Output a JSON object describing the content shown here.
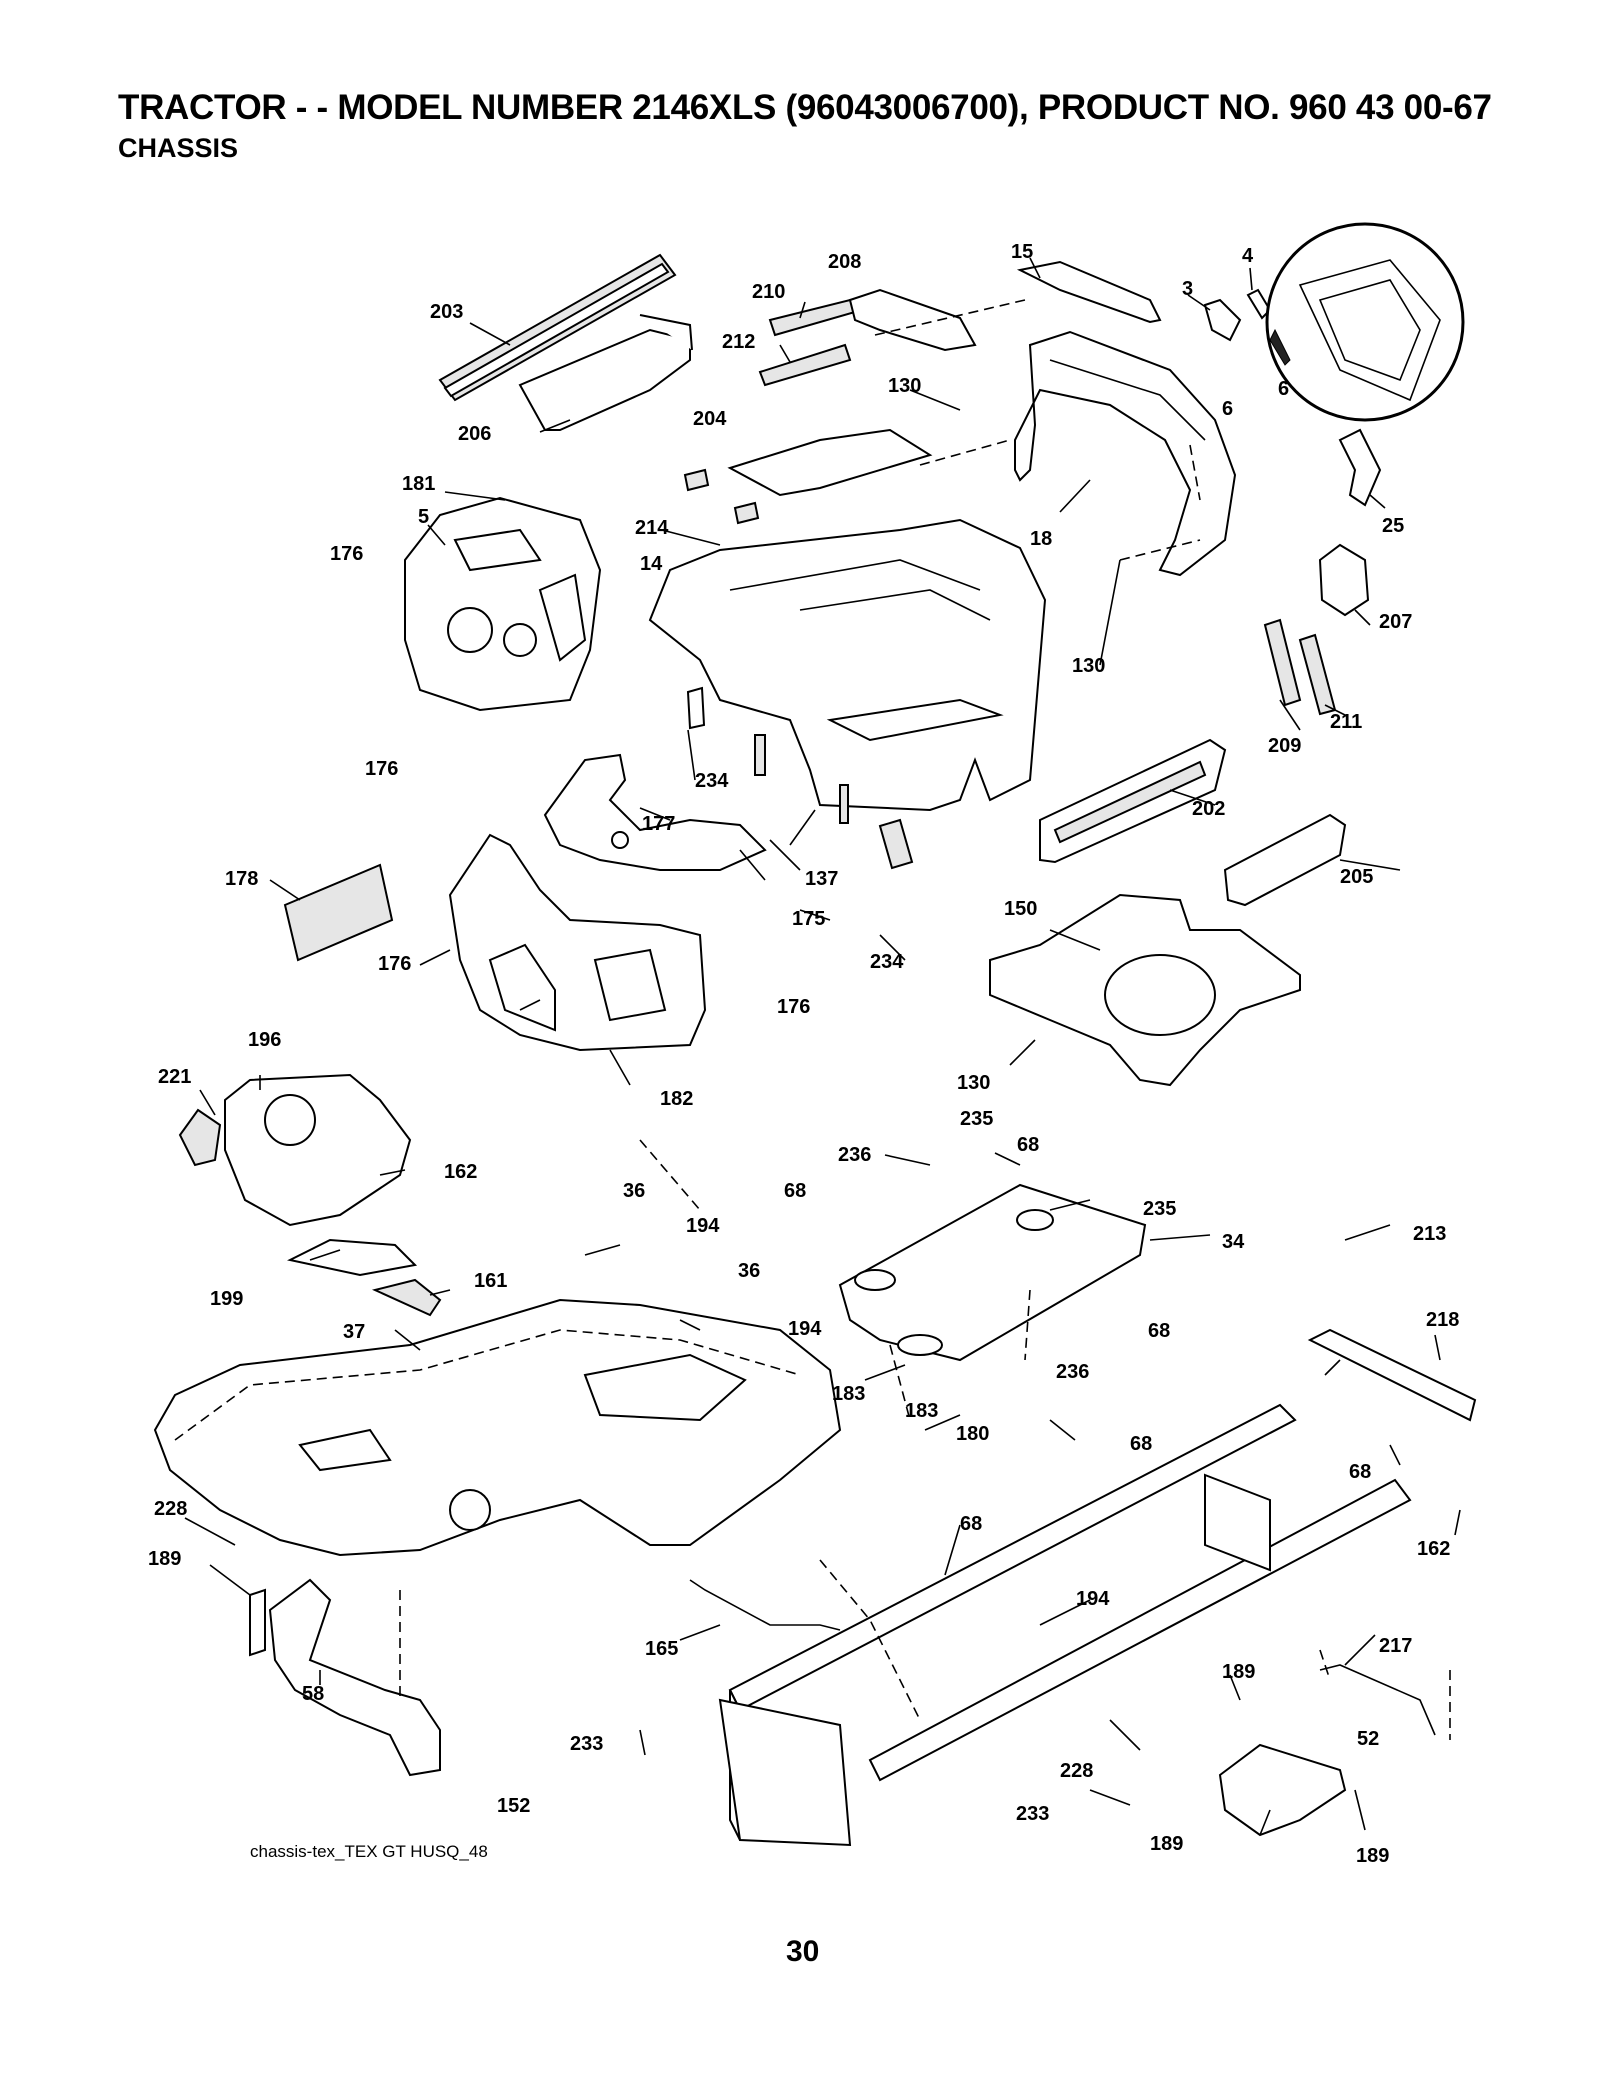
{
  "header": {
    "title": "TRACTOR - - MODEL NUMBER 2146XLS (96043006700), PRODUCT NO. 960 43 00-67",
    "subtitle": "CHASSIS"
  },
  "caption": "chassis-tex_TEX GT HUSQ_48",
  "page_number": "30",
  "callouts": [
    "203",
    "208",
    "210",
    "212",
    "15",
    "4",
    "3",
    "6",
    "6",
    "130",
    "206",
    "204",
    "181",
    "5",
    "214",
    "18",
    "14",
    "176",
    "25",
    "130",
    "207",
    "209",
    "211",
    "176",
    "234",
    "177",
    "137",
    "202",
    "178",
    "175",
    "205",
    "150",
    "176",
    "234",
    "176",
    "196",
    "182",
    "221",
    "130",
    "235",
    "236",
    "68",
    "162",
    "36",
    "194",
    "68",
    "235",
    "34",
    "213",
    "36",
    "199",
    "161",
    "194",
    "37",
    "68",
    "218",
    "183",
    "236",
    "68",
    "183",
    "180",
    "68",
    "162",
    "228",
    "68",
    "189",
    "194",
    "165",
    "217",
    "189",
    "58",
    "52",
    "233",
    "228",
    "233",
    "189",
    "152",
    "189"
  ]
}
